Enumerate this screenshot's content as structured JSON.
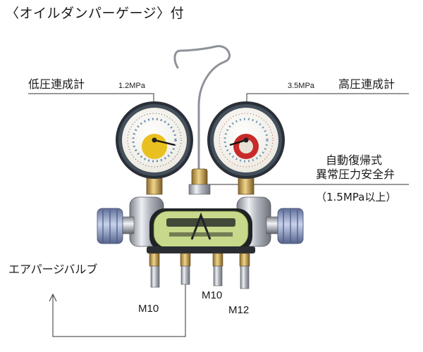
{
  "title": "〈オイルダンパーゲージ〉付",
  "labels": {
    "low_gauge": "低圧連成計",
    "low_pressure": "1.2MPa",
    "high_pressure": "3.5MPa",
    "high_gauge": "高圧連成計",
    "safety_valve_line1": "自動復帰式",
    "safety_valve_line2": "異常圧力安全弁",
    "safety_valve_spec": "（1.5MPa以上）",
    "air_purge_valve": "エアパージバルブ",
    "port_left": "M10",
    "port_center": "M10",
    "port_right": "M12"
  },
  "colors": {
    "text": "#1a1a1a",
    "line": "#333333",
    "low_dial_accent": "#e8c020",
    "high_dial_accent": "#c82a2a",
    "body_green": "#c7d98a",
    "chrome": "#b9bcc4",
    "knob_blue": "#8f9fc8"
  }
}
